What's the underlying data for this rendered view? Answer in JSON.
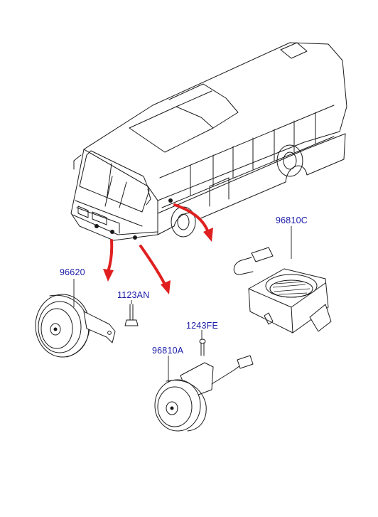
{
  "colors": {
    "label": "#1a1aa8",
    "arrow": "#e02020",
    "line": "#1a1a1a"
  },
  "parts": [
    {
      "id": "p1",
      "label": "96620"
    },
    {
      "id": "p2",
      "label": "1123AN"
    },
    {
      "id": "p3",
      "label": "1243FE"
    },
    {
      "id": "p4",
      "label": "96810A"
    },
    {
      "id": "p5",
      "label": "96810C"
    }
  ]
}
